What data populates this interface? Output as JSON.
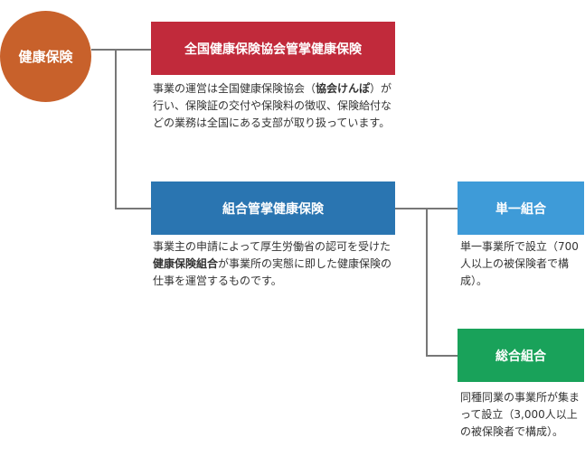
{
  "root": {
    "label": "健康保険"
  },
  "kyokai": {
    "label": "全国健康保険協会管掌健康保険",
    "desc_1": "事業の運営は全国健康保険協会（",
    "desc_bold": "協会けんぽ",
    "desc_2": "）が行い、保険証の交付や保険料の徴収、保険給付などの業務は全国にある支部が取り扱っています。"
  },
  "kumiai": {
    "label": "組合管掌健康保険",
    "desc_1": "事業主の申請によって厚生労働省の認可を受けた",
    "desc_bold": "健康保険組合",
    "desc_2": "が事業所の実態に即した健康保険の仕事を運営するものです。"
  },
  "tan": {
    "label": "単一組合",
    "desc": "単一事業所で設立（700人以上の被保険者で構成）。"
  },
  "sogo": {
    "label": "総合組合",
    "desc": "同種同業の事業所が集まって設立（3,000人以上の被保険者で構成）。"
  },
  "colors": {
    "root": "#c8612b",
    "kyokai": "#c12a3b",
    "kumiai": "#2a75b1",
    "tan": "#3e9bd8",
    "sogo": "#19a25a",
    "connector": "#777777"
  }
}
